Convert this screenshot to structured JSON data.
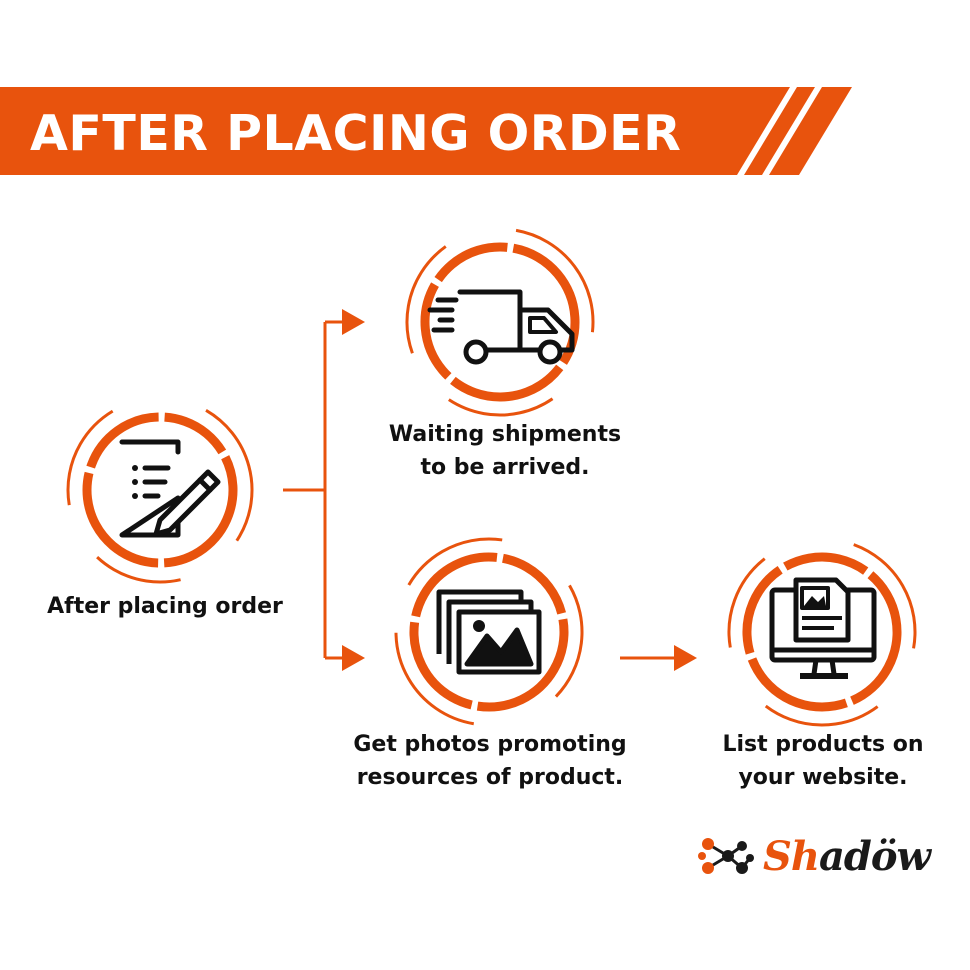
{
  "banner": {
    "title": "AFTER PLACING ORDER",
    "color": "#e8530d"
  },
  "steps": {
    "order": {
      "label": "After placing order",
      "icon": "document-pencil-icon"
    },
    "shipment": {
      "line1": "Waiting shipments",
      "line2": "to be arrived.",
      "icon": "delivery-truck-icon"
    },
    "photos": {
      "line1": "Get photos promoting",
      "line2": "resources of product.",
      "icon": "photo-gallery-icon"
    },
    "website": {
      "line1": "List products on",
      "line2": "your website.",
      "icon": "monitor-webpage-icon"
    }
  },
  "brand": {
    "part1": "Sh",
    "part2": "adöw",
    "icon": "molecule-icon"
  },
  "colors": {
    "accent": "#e8530d",
    "ink": "#111111"
  }
}
